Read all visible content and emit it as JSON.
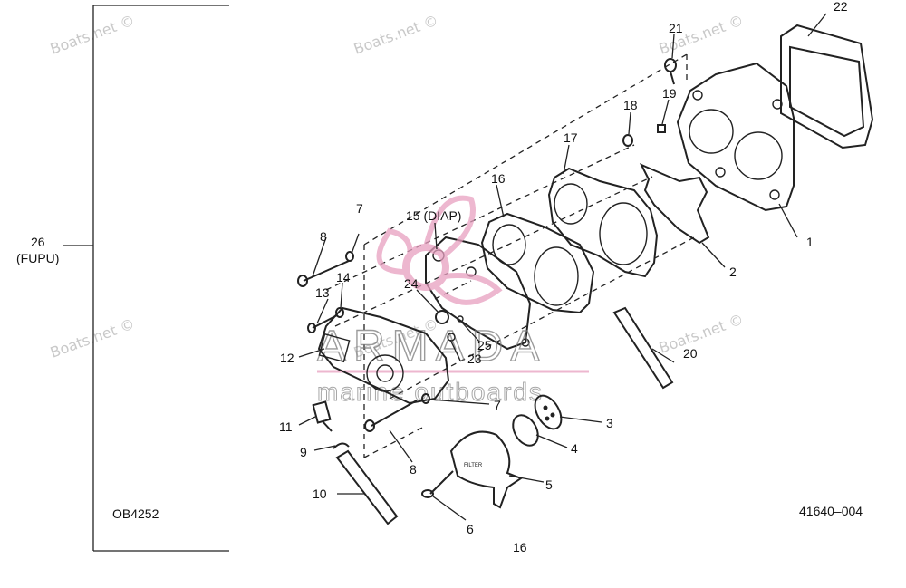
{
  "group": {
    "number": "26",
    "name": "(FUPU)"
  },
  "codes": {
    "left": "OB4252",
    "right": "41640–004"
  },
  "watermarks": [
    "Boats.net ©",
    "Boats.net ©",
    "Boats.net ©",
    "Boats.net ©",
    "Boats.net ©",
    "Boats.net ©"
  ],
  "logo": {
    "brand": "ARMADA",
    "tagline": "marine outboards"
  },
  "callouts": {
    "c1": "1",
    "c2": "2",
    "c3": "3",
    "c4": "4",
    "c5": "5",
    "c6": "6",
    "c7a": "7",
    "c7b": "7",
    "c8a": "8",
    "c8b": "8",
    "c9": "9",
    "c10": "10",
    "c11": "11",
    "c12": "12",
    "c13": "13",
    "c14": "14",
    "c15": "15 (DIAP)",
    "c16a": "16",
    "c16b": "16",
    "c17": "17",
    "c18": "18",
    "c19": "19",
    "c20": "20",
    "c21": "21",
    "c22": "22",
    "c23": "23",
    "c24": "24",
    "c25": "25"
  }
}
